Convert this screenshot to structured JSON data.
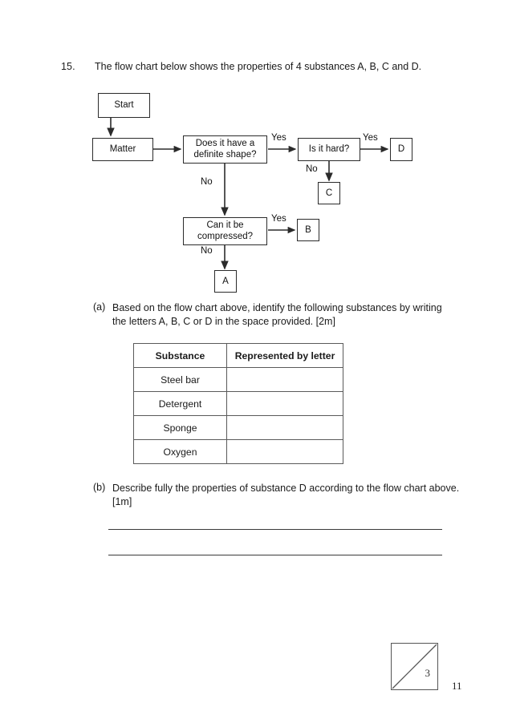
{
  "question": {
    "number": "15.",
    "prompt": "The flow chart below shows the properties of 4 substances A, B, C and D."
  },
  "flowchart": {
    "nodes": {
      "start": "Start",
      "matter": "Matter",
      "definite_shape": "Does it have a\ndefinite shape?",
      "is_hard": "Is it hard?",
      "compressed": "Can it be\ncompressed?",
      "result_a": "A",
      "result_b": "B",
      "result_c": "C",
      "result_d": "D"
    },
    "edge_labels": {
      "shape_yes": "Yes",
      "shape_no": "No",
      "hard_yes": "Yes",
      "hard_no": "No",
      "compress_yes": "Yes",
      "compress_no": "No"
    }
  },
  "part_a": {
    "marker": "(a)",
    "text": "Based on the flow chart above, identify the following substances by writing\nthe letters A, B, C or D in the space provided.  [2m]",
    "table": {
      "headers": [
        "Substance",
        "Represented by letter"
      ],
      "rows": [
        {
          "substance": "Steel bar",
          "letter": ""
        },
        {
          "substance": "Detergent",
          "letter": ""
        },
        {
          "substance": "Sponge",
          "letter": ""
        },
        {
          "substance": "Oxygen",
          "letter": ""
        }
      ]
    }
  },
  "part_b": {
    "marker": "(b)",
    "text": "Describe fully the properties of substance D according to the flow chart above.\n[1m]",
    "answer_lines": [
      "",
      ""
    ]
  },
  "footer": {
    "marks_value": "3",
    "page_number": "11"
  }
}
